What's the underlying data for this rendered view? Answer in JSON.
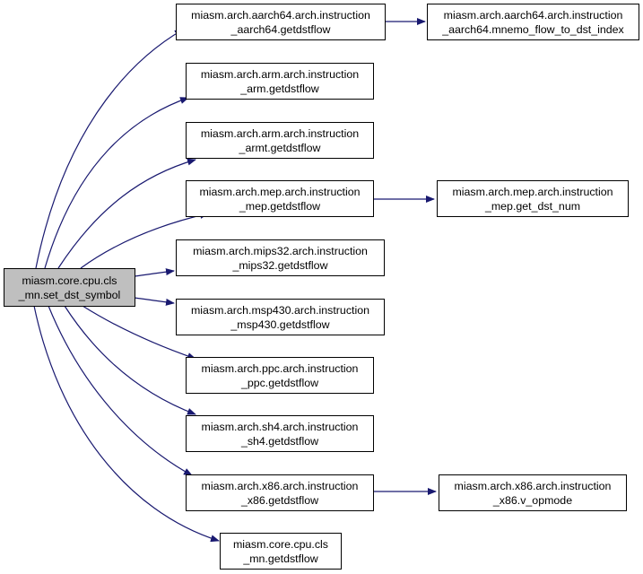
{
  "graph": {
    "root": {
      "line1": "miasm.core.cpu.cls",
      "line2": "_mn.set_dst_symbol"
    },
    "callees": [
      {
        "line1": "miasm.arch.aarch64.arch.instruction",
        "line2": "_aarch64.getdstflow"
      },
      {
        "line1": "miasm.arch.arm.arch.instruction",
        "line2": "_arm.getdstflow"
      },
      {
        "line1": "miasm.arch.arm.arch.instruction",
        "line2": "_armt.getdstflow"
      },
      {
        "line1": "miasm.arch.mep.arch.instruction",
        "line2": "_mep.getdstflow"
      },
      {
        "line1": "miasm.arch.mips32.arch.instruction",
        "line2": "_mips32.getdstflow"
      },
      {
        "line1": "miasm.arch.msp430.arch.instruction",
        "line2": "_msp430.getdstflow"
      },
      {
        "line1": "miasm.arch.ppc.arch.instruction",
        "line2": "_ppc.getdstflow"
      },
      {
        "line1": "miasm.arch.sh4.arch.instruction",
        "line2": "_sh4.getdstflow"
      },
      {
        "line1": "miasm.arch.x86.arch.instruction",
        "line2": "_x86.getdstflow"
      },
      {
        "line1": "miasm.core.cpu.cls",
        "line2": "_mn.getdstflow"
      }
    ],
    "secondary": [
      {
        "line1": "miasm.arch.aarch64.arch.instruction",
        "line2": "_aarch64.mnemo_flow_to_dst_index"
      },
      {
        "line1": "miasm.arch.mep.arch.instruction",
        "line2": "_mep.get_dst_num"
      },
      {
        "line1": "miasm.arch.x86.arch.instruction",
        "line2": "_x86.v_opmode"
      }
    ]
  },
  "colors": {
    "edge": "#191970",
    "root_fill": "#bfbfbf",
    "node_fill": "#ffffff",
    "border": "#000000"
  }
}
